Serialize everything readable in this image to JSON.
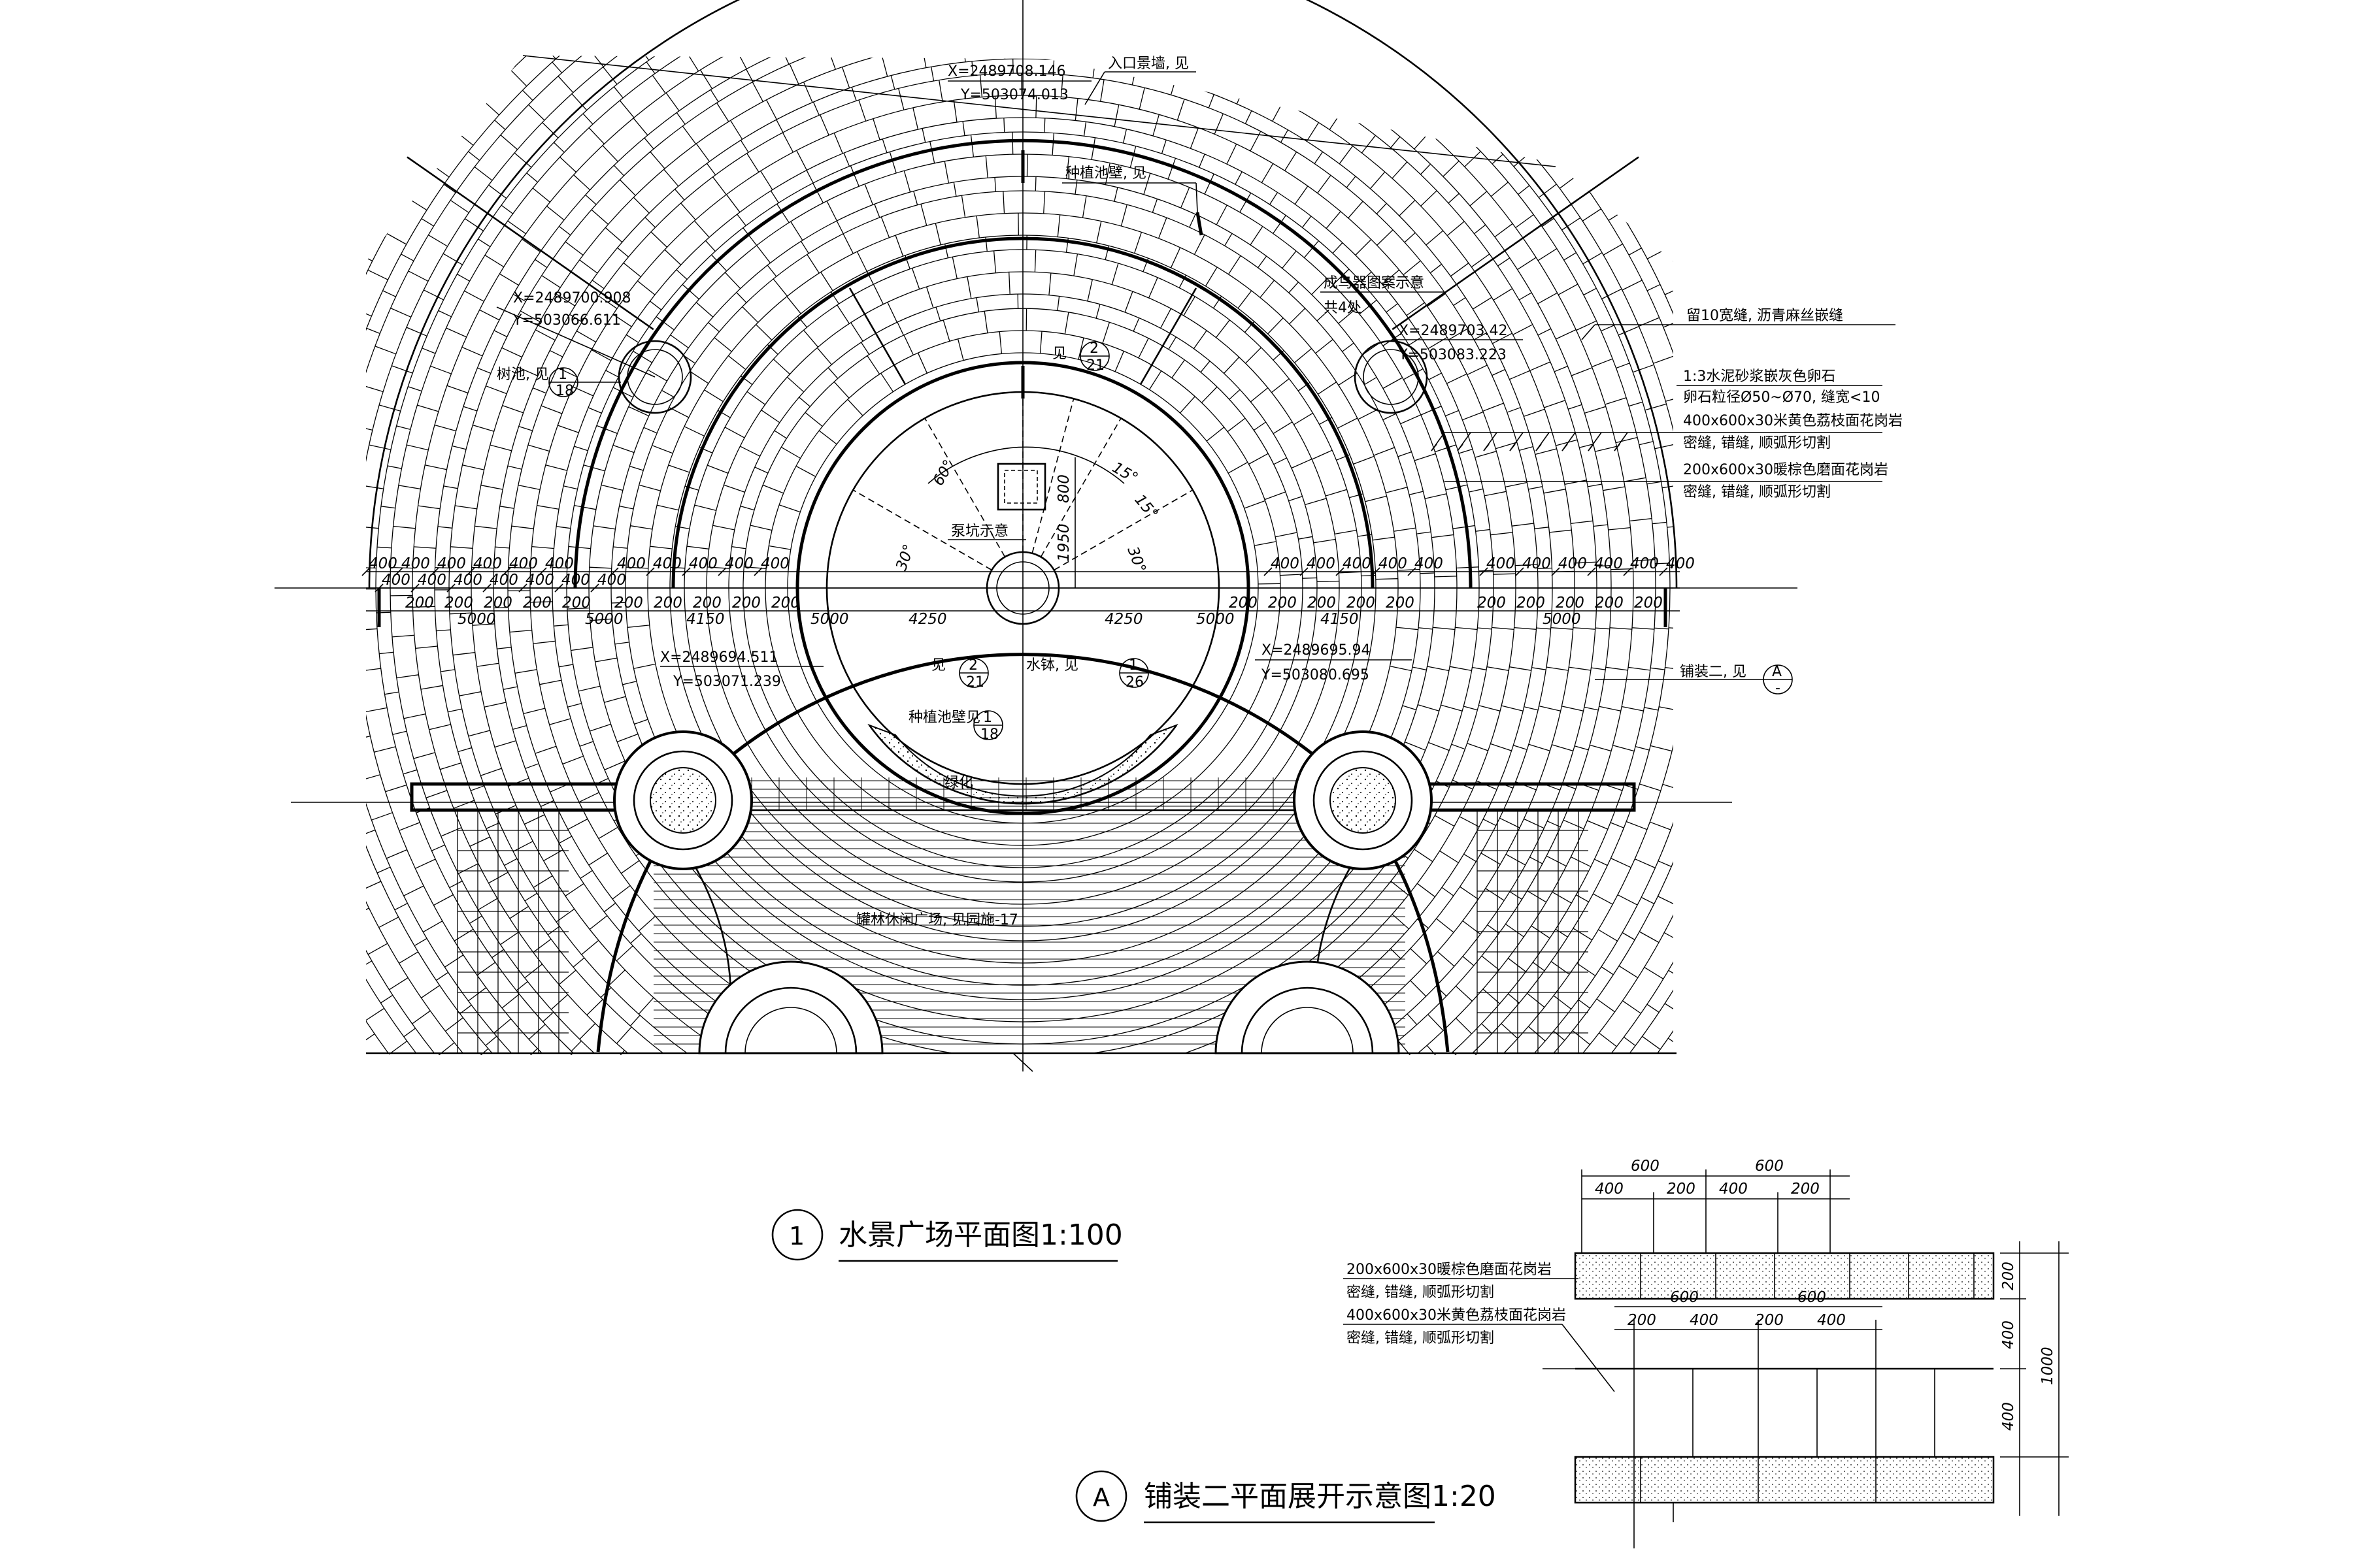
{
  "plan": {
    "title": "水景广场平面图1:100",
    "number": "1",
    "coords": [
      {
        "x": "X=2489708.146",
        "y": "Y=503074.013"
      },
      {
        "x": "X=2489700.908",
        "y": "Y=503066.611"
      },
      {
        "x": "X=2489703.42",
        "y": "Y=503083.223"
      },
      {
        "x": "X=2489694.511",
        "y": "Y=503071.239"
      },
      {
        "x": "X=2489695.94",
        "y": "Y=503080.695"
      }
    ],
    "notes": {
      "entrance": "入口景墙, 见",
      "planter_wall_top": "种植池壁, 见",
      "seabird": "成鸟器图案示意",
      "seabird_count": "共4处",
      "tree_pit": "树池, 见",
      "pump_pit": "泵坑示意",
      "see": "见",
      "water_feature": "水钵, 见",
      "planter_wall_bottom": "种植池壁见",
      "greenery": "绿化",
      "plaza": "罐林休闲广场, 见园施-17",
      "paving_two": "铺装二, 见"
    },
    "refs": {
      "tree_pit": {
        "num": "1",
        "sheet": "18"
      },
      "planter_top": {
        "num": "2",
        "sheet": "21"
      },
      "see_lower": {
        "num": "2",
        "sheet": "21"
      },
      "water": {
        "num": "1",
        "sheet": "26"
      },
      "planter_bottom": {
        "num": "1",
        "sheet": "18"
      },
      "paving": {
        "num": "A",
        "sheet": "-"
      }
    },
    "legend": [
      "留10宽缝, 沥青麻丝嵌缝",
      "1:3水泥砂浆嵌灰色卵石",
      "卵石粒径Ø50~Ø70, 缝宽<10",
      "400x600x30米黄色荔枝面花岗岩",
      "密缝, 错缝, 顺弧形切割",
      "200x600x30暖棕色磨面花岗岩",
      "密缝, 错缝, 顺弧形切割"
    ],
    "dims": {
      "d400": "400",
      "d200": "200",
      "d5000": "5000",
      "d4150": "4150",
      "d4250": "4250",
      "d800": "800",
      "d1950": "1950",
      "a60": "60°",
      "a30": "30°",
      "a15": "15°"
    }
  },
  "detail": {
    "title": "铺装二平面展开示意图1:20",
    "letter": "A",
    "d600": "600",
    "d400": "400",
    "d200": "200",
    "d1000": "1000",
    "labels": [
      "200x600x30暖棕色磨面花岗岩",
      "密缝, 错缝, 顺弧形切割",
      "400x600x30米黄色荔枝面花岗岩",
      "密缝, 错缝, 顺弧形切割"
    ]
  }
}
